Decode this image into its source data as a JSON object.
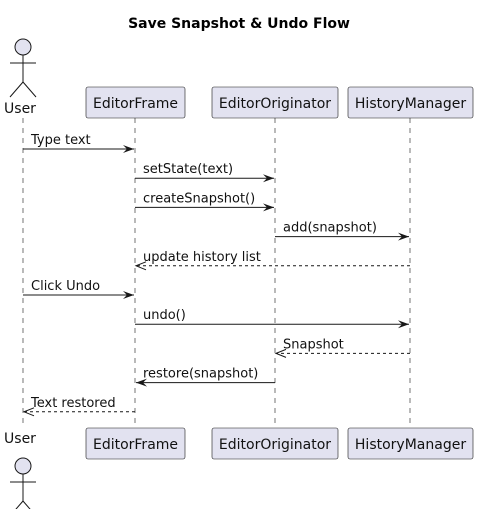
{
  "title": "Save Snapshot & Undo Flow",
  "participants": [
    {
      "id": "user",
      "label": "User",
      "kind": "actor"
    },
    {
      "id": "editorframe",
      "label": "EditorFrame",
      "kind": "participant"
    },
    {
      "id": "editororiginator",
      "label": "EditorOriginator",
      "kind": "participant"
    },
    {
      "id": "historymanager",
      "label": "HistoryManager",
      "kind": "participant"
    }
  ],
  "messages": [
    {
      "from": "user",
      "to": "editorframe",
      "label": "Type text",
      "style": "sync"
    },
    {
      "from": "editorframe",
      "to": "editororiginator",
      "label": "setState(text)",
      "style": "sync"
    },
    {
      "from": "editorframe",
      "to": "editororiginator",
      "label": "createSnapshot()",
      "style": "sync"
    },
    {
      "from": "editororiginator",
      "to": "historymanager",
      "label": "add(snapshot)",
      "style": "sync"
    },
    {
      "from": "historymanager",
      "to": "editorframe",
      "label": "update history list",
      "style": "return"
    },
    {
      "from": "user",
      "to": "editorframe",
      "label": "Click Undo",
      "style": "sync"
    },
    {
      "from": "editorframe",
      "to": "historymanager",
      "label": "undo()",
      "style": "sync"
    },
    {
      "from": "historymanager",
      "to": "editororiginator",
      "label": "Snapshot",
      "style": "return"
    },
    {
      "from": "editororiginator",
      "to": "editorframe",
      "label": "restore(snapshot)",
      "style": "sync"
    },
    {
      "from": "editorframe",
      "to": "user",
      "label": "Text restored",
      "style": "return"
    }
  ],
  "colors": {
    "participant_fill": "#e2e2f0",
    "stroke": "#181818"
  }
}
